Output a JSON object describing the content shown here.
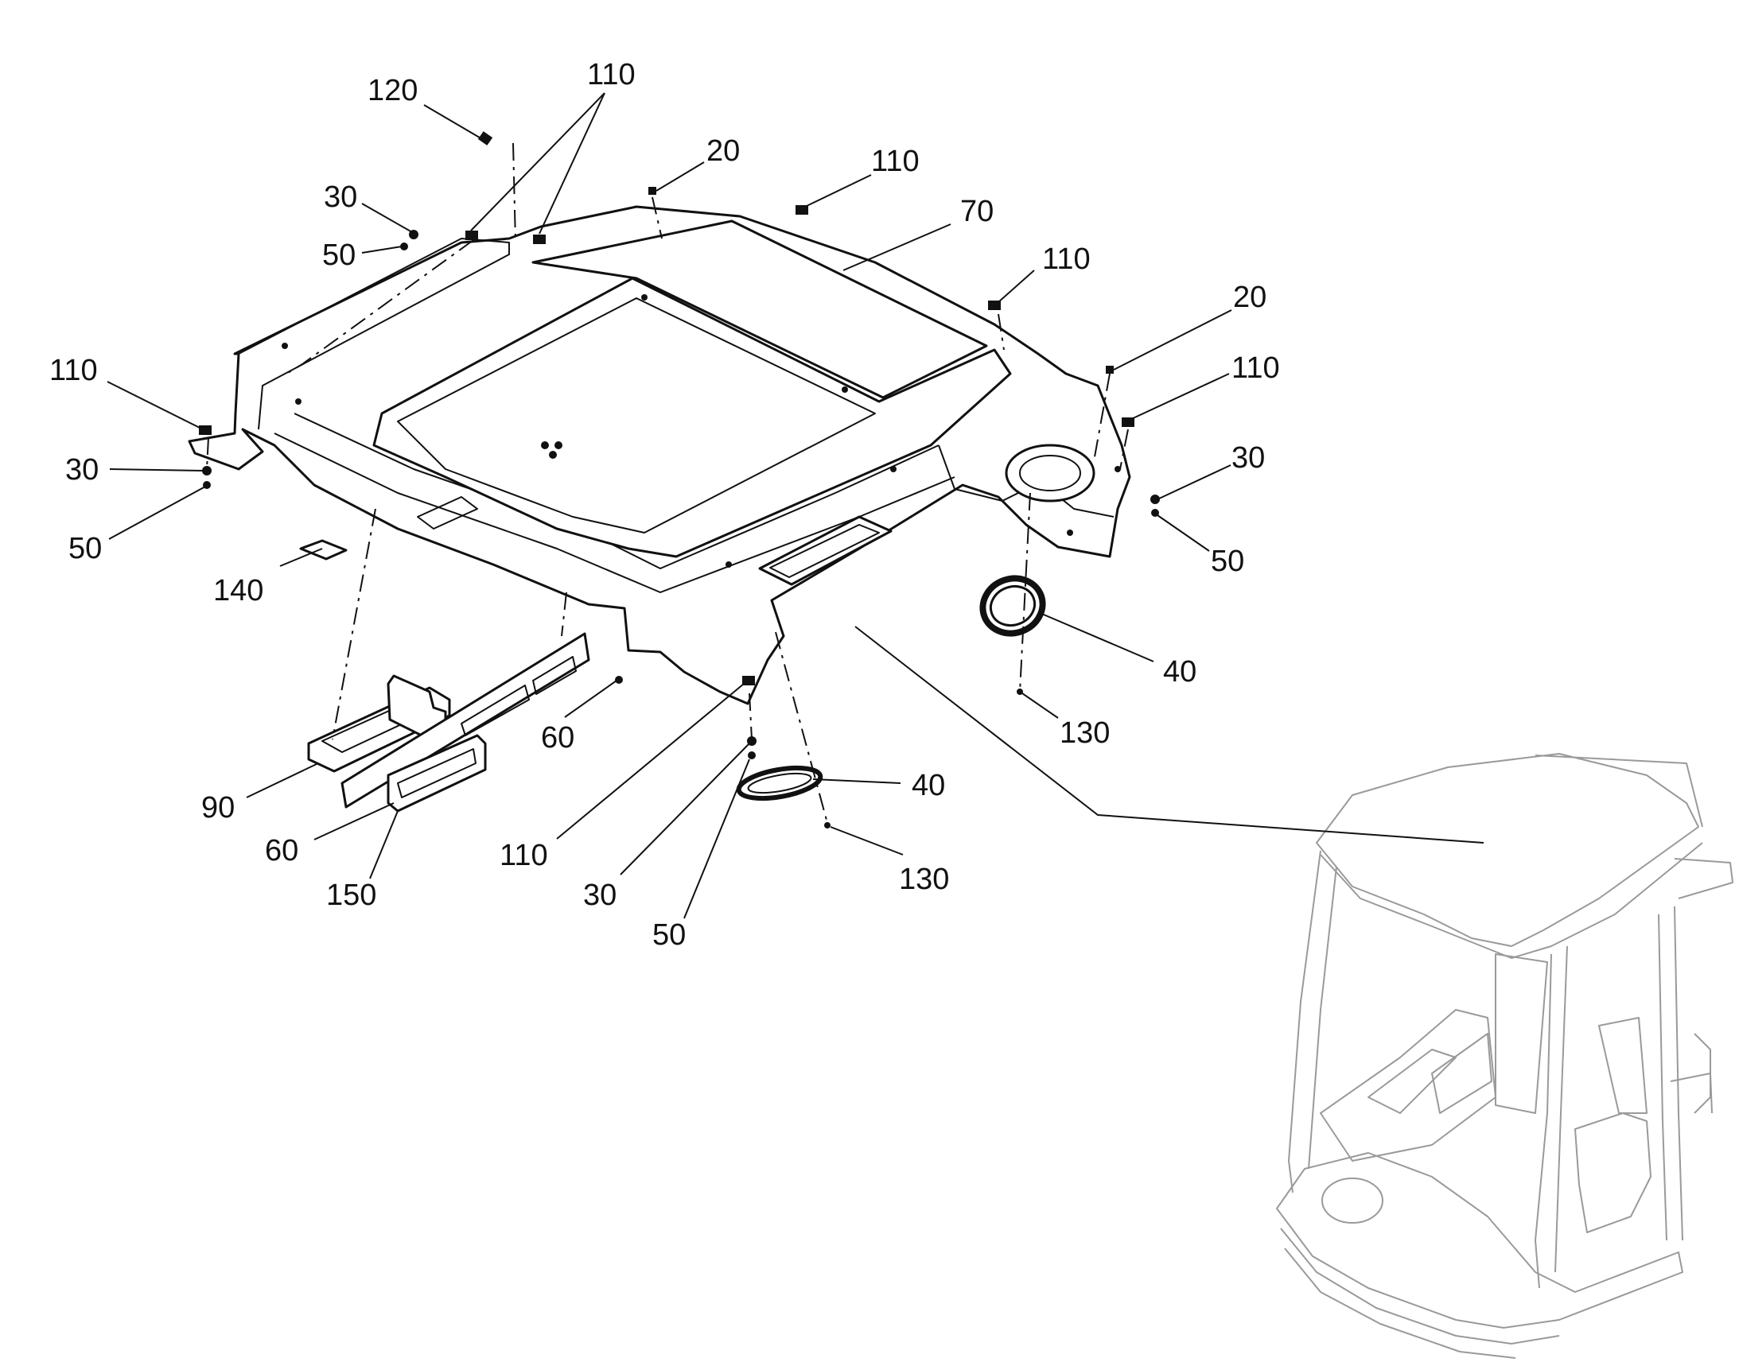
{
  "callouts": [
    {
      "id": "c120",
      "label": "120"
    },
    {
      "id": "c110-a",
      "label": "110"
    },
    {
      "id": "c20-a",
      "label": "20"
    },
    {
      "id": "c110-b",
      "label": "110"
    },
    {
      "id": "c70",
      "label": "70"
    },
    {
      "id": "c30-a",
      "label": "30"
    },
    {
      "id": "c50-a",
      "label": "50"
    },
    {
      "id": "c110-c",
      "label": "110"
    },
    {
      "id": "c20-b",
      "label": "20"
    },
    {
      "id": "c110-d",
      "label": "110"
    },
    {
      "id": "c110-e",
      "label": "110"
    },
    {
      "id": "c30-b",
      "label": "30"
    },
    {
      "id": "c30-c",
      "label": "30"
    },
    {
      "id": "c50-b",
      "label": "50"
    },
    {
      "id": "c50-c",
      "label": "50"
    },
    {
      "id": "c140",
      "label": "140"
    },
    {
      "id": "c40-a",
      "label": "40"
    },
    {
      "id": "c60-a",
      "label": "60"
    },
    {
      "id": "c130-a",
      "label": "130"
    },
    {
      "id": "c90",
      "label": "90"
    },
    {
      "id": "c40-b",
      "label": "40"
    },
    {
      "id": "c60-b",
      "label": "60"
    },
    {
      "id": "c110-f",
      "label": "110"
    },
    {
      "id": "c130-b",
      "label": "130"
    },
    {
      "id": "c150",
      "label": "150"
    },
    {
      "id": "c30-d",
      "label": "30"
    },
    {
      "id": "c50-d",
      "label": "50"
    }
  ]
}
